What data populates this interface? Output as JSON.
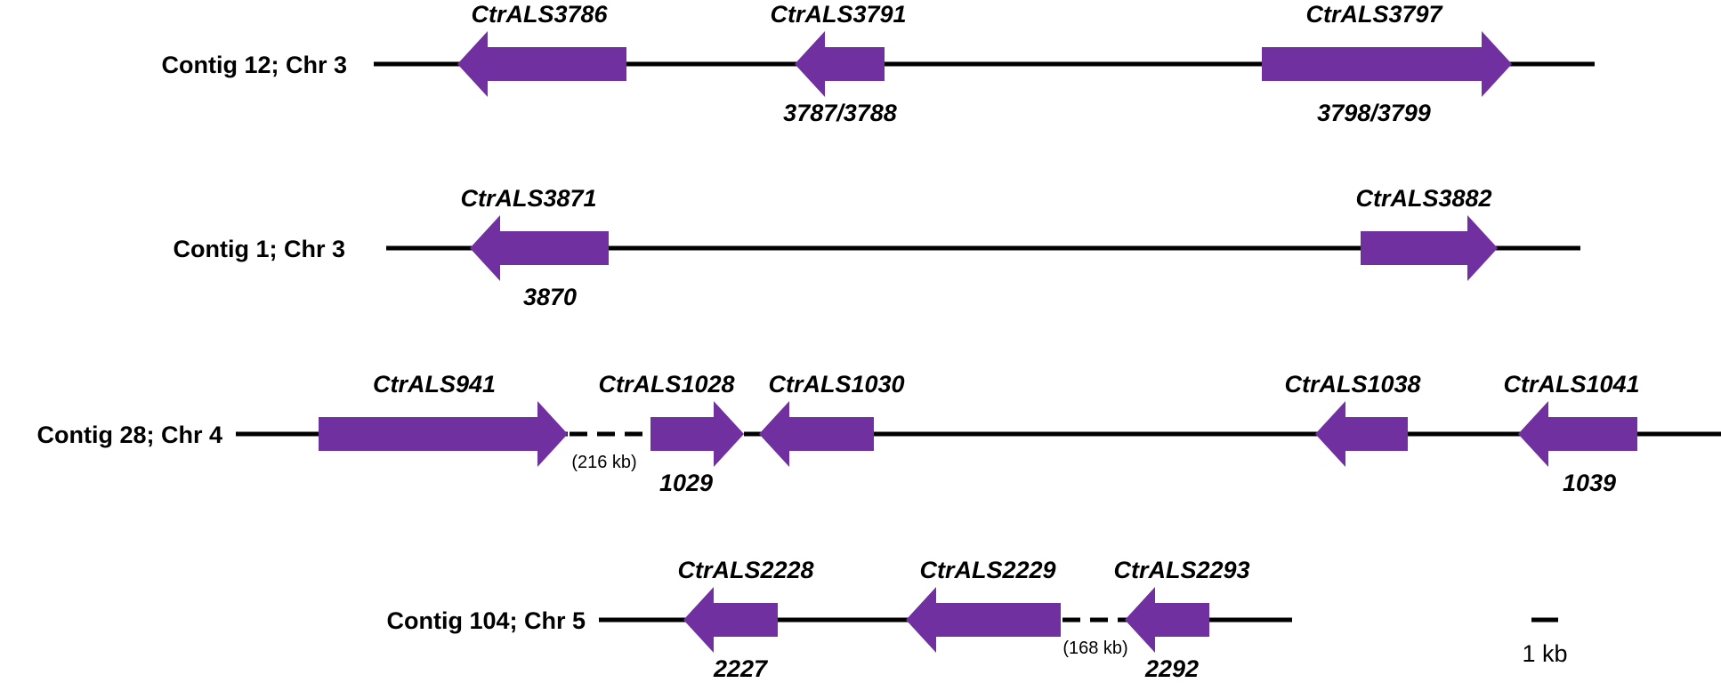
{
  "colors": {
    "gene": "#7030a0",
    "line": "#000000",
    "background": "#ffffff"
  },
  "contigs": [
    {
      "label": "Contig 12; Chr 3",
      "genes": [
        {
          "top": "CtrALS3786",
          "bottom": "",
          "dir": "left"
        },
        {
          "top": "CtrALS3791",
          "bottom": "3787/3788",
          "dir": "left"
        },
        {
          "top": "CtrALS3797",
          "bottom": "3798/3799",
          "dir": "right"
        }
      ],
      "gaps": []
    },
    {
      "label": "Contig 1; Chr 3",
      "genes": [
        {
          "top": "CtrALS3871",
          "bottom": "3870",
          "dir": "left"
        },
        {
          "top": "CtrALS3882",
          "bottom": "",
          "dir": "right"
        }
      ],
      "gaps": []
    },
    {
      "label": "Contig 28; Chr 4",
      "genes": [
        {
          "top": "CtrALS941",
          "bottom": "",
          "dir": "right"
        },
        {
          "top": "CtrALS1028",
          "bottom": "1029",
          "dir": "right"
        },
        {
          "top": "CtrALS1030",
          "bottom": "",
          "dir": "left"
        },
        {
          "top": "CtrALS1038",
          "bottom": "",
          "dir": "left"
        },
        {
          "top": "CtrALS1041",
          "bottom": "1039",
          "dir": "left"
        }
      ],
      "gaps": [
        {
          "label": "(216 kb)"
        }
      ]
    },
    {
      "label": "Contig 104; Chr 5",
      "genes": [
        {
          "top": "CtrALS2228",
          "bottom": "2227",
          "dir": "left"
        },
        {
          "top": "CtrALS2229",
          "bottom": "",
          "dir": "left"
        },
        {
          "top": "CtrALS2293",
          "bottom": "2292",
          "dir": "left"
        }
      ],
      "gaps": [
        {
          "label": "(168 kb)"
        }
      ]
    }
  ],
  "scale_bar": {
    "label": "1 kb"
  }
}
